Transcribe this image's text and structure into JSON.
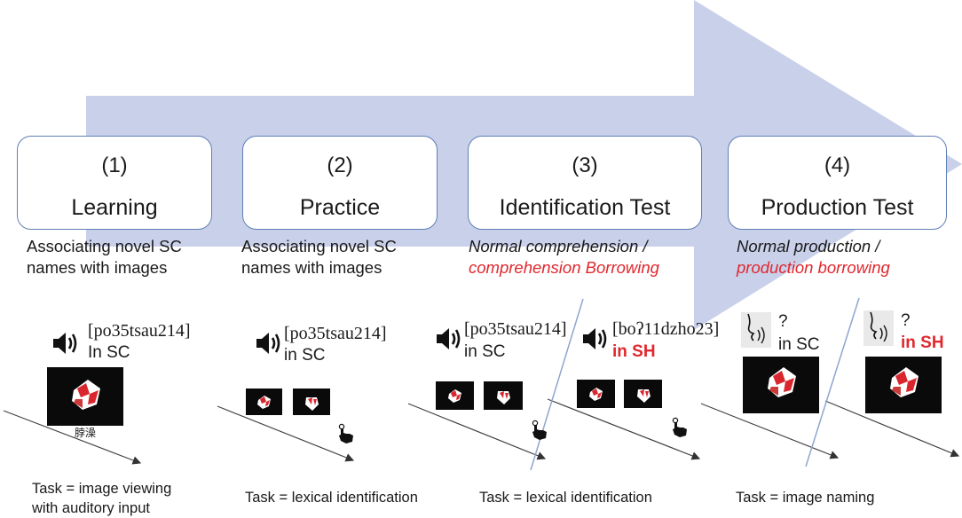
{
  "stages": [
    {
      "num": "(1)",
      "title": "Learning",
      "desc_line1": "Associating novel SC",
      "desc_line2": "names with images"
    },
    {
      "num": "(2)",
      "title": "Practice",
      "desc_line1": "Associating novel SC",
      "desc_line2": "names with images"
    },
    {
      "num": "(3)",
      "title": "Identification Test",
      "desc_line1": "Normal comprehension /",
      "desc_line2": "comprehension Borrowing"
    },
    {
      "num": "(4)",
      "title": "Production Test",
      "desc_line1": "Normal production /",
      "desc_line2": "production borrowing"
    }
  ],
  "panels": {
    "learning": {
      "ipa": "[po35tsau214]",
      "lang": "In SC",
      "caption": "脖澡",
      "task_line1": "Task = image viewing",
      "task_line2": "with auditory input"
    },
    "practice": {
      "ipa": "[po35tsau214]",
      "lang": "in SC",
      "task": "Task = lexical identification"
    },
    "identification": {
      "ipa_sc": "[po35tsau214]",
      "lang_sc": "in SC",
      "ipa_sh": "[boʔ11dzho23]",
      "lang_sh": "in SH",
      "task": "Task = lexical identification"
    },
    "production": {
      "q_sc": "?",
      "lang_sc": "in SC",
      "q_sh": "?",
      "lang_sh": "in SH",
      "task": "Task = image naming"
    }
  },
  "colors": {
    "arrow": "#c9d0ea",
    "border": "#5f7fb5",
    "red": "#e0282e",
    "divider": "#8fa5cf"
  },
  "icons": [
    "speaker-icon",
    "pointing-hand-icon",
    "speaking-head-icon"
  ]
}
